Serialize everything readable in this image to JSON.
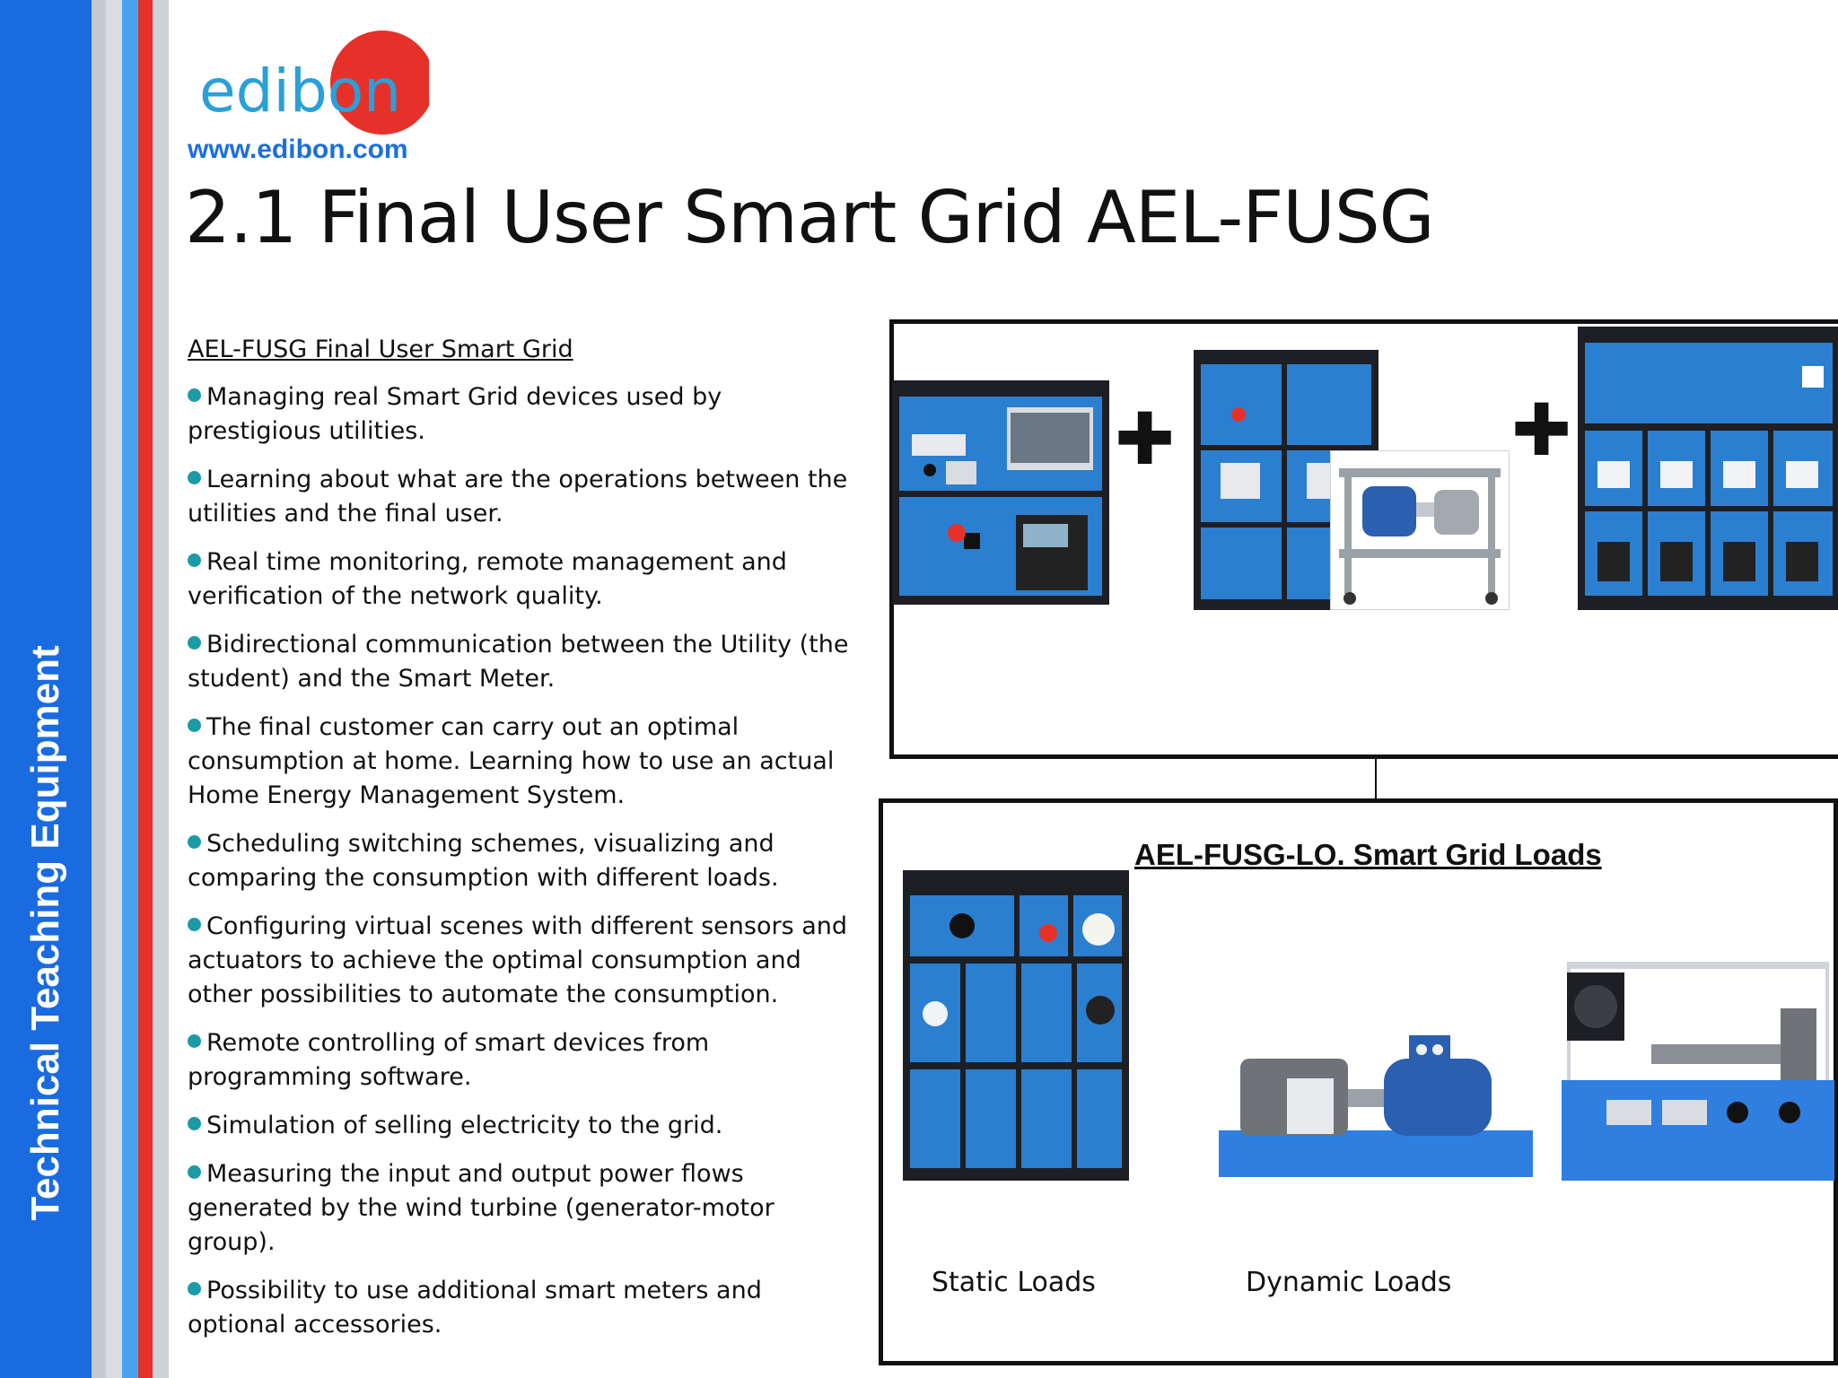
{
  "sidebar": {
    "label": "Technical Teaching Equipment"
  },
  "header": {
    "logo_text": "edibon",
    "url": "www.edibon.com",
    "title": "2.1 Final User Smart Grid AEL-FUSG"
  },
  "content": {
    "subheading": "AEL-FUSG Final User Smart Grid",
    "bullets": [
      "Managing real Smart Grid devices used by prestigious utilities.",
      "Learning about what are the operations between the utilities and the final user.",
      "Real time monitoring, remote management and verification of the network quality.",
      "Bidirectional communication between the Utility (the student) and the Smart Meter.",
      "The final customer can carry out an optimal consumption at home. Learning how to use an actual Home Energy Management System.",
      "Scheduling switching schemes, visualizing and comparing the consumption with different loads.",
      "Configuring virtual scenes with different sensors and actuators to achieve the optimal consumption and other possibilities to automate the consumption.",
      "Remote controlling of smart devices from programming software.",
      "Simulation of selling electricity to the grid.",
      "Measuring the input and output power flows generated by the wind turbine (generator-motor group).",
      "Possibility to use additional smart meters and optional accessories."
    ]
  },
  "loads": {
    "title": "AEL-FUSG-LO. Smart Grid Loads",
    "static_label": "Static Loads",
    "dynamic_label": "Dynamic Loads"
  },
  "colors": {
    "sidebar_blue": "#1a6be0",
    "accent_red": "#e6312b",
    "bullet_teal": "#1b9aa8",
    "url_blue": "#1c6ee0",
    "panel_blue": "#2b7fd0"
  }
}
